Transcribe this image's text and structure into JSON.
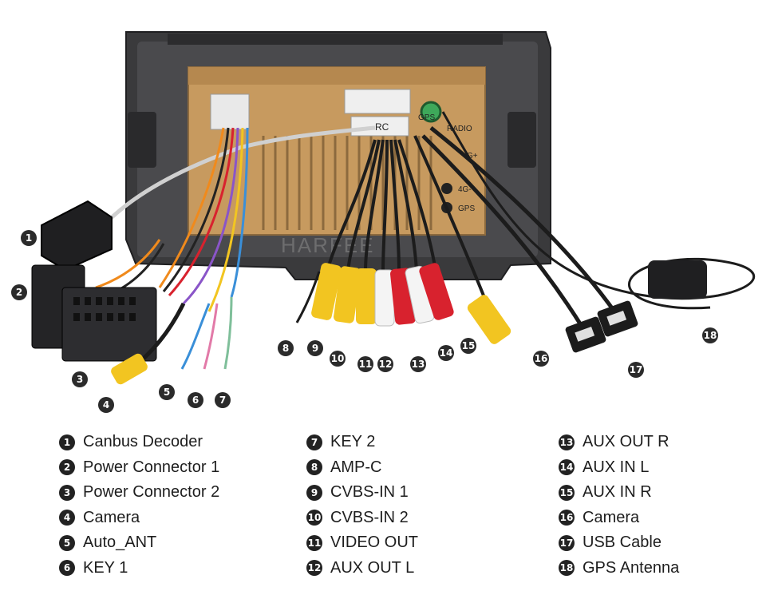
{
  "image": {
    "watermark": "HARFEE",
    "unit_labels": {
      "gps": "GPS",
      "radio": "RADIO",
      "g_plus": "G+",
      "lte_minus": "4G-",
      "gps_port": "GPS",
      "connector_rc": "RC"
    }
  },
  "callouts": [
    "1",
    "2",
    "3",
    "4",
    "5",
    "6",
    "7",
    "8",
    "9",
    "10",
    "11",
    "12",
    "13",
    "14",
    "15",
    "16",
    "17",
    "18"
  ],
  "legend": [
    {
      "num": "1",
      "label": "Canbus Decoder"
    },
    {
      "num": "2",
      "label": "Power Connector 1"
    },
    {
      "num": "3",
      "label": "Power Connector 2"
    },
    {
      "num": "4",
      "label": "Camera"
    },
    {
      "num": "5",
      "label": "Auto_ANT"
    },
    {
      "num": "6",
      "label": "KEY 1"
    },
    {
      "num": "7",
      "label": "KEY 2"
    },
    {
      "num": "8",
      "label": "AMP-C"
    },
    {
      "num": "9",
      "label": "CVBS-IN 1"
    },
    {
      "num": "10",
      "label": "CVBS-IN 2"
    },
    {
      "num": "11",
      "label": "VIDEO OUT"
    },
    {
      "num": "12",
      "label": "AUX OUT L"
    },
    {
      "num": "13",
      "label": "AUX OUT R"
    },
    {
      "num": "14",
      "label": "AUX IN L"
    },
    {
      "num": "15",
      "label": "AUX IN R"
    },
    {
      "num": "16",
      "label": "Camera"
    },
    {
      "num": "17",
      "label": "USB Cable"
    },
    {
      "num": "18",
      "label": "GPS Antenna"
    }
  ],
  "colors": {
    "bezel": "#3a3a3c",
    "chassis": "#c79a5f",
    "rca_yellow": "#f2c521",
    "rca_red": "#d8222e",
    "rca_white": "#f4f4f4",
    "wire_orange": "#f08a1c",
    "wire_purple": "#8a55c8",
    "cable_black": "#1c1c1c"
  }
}
